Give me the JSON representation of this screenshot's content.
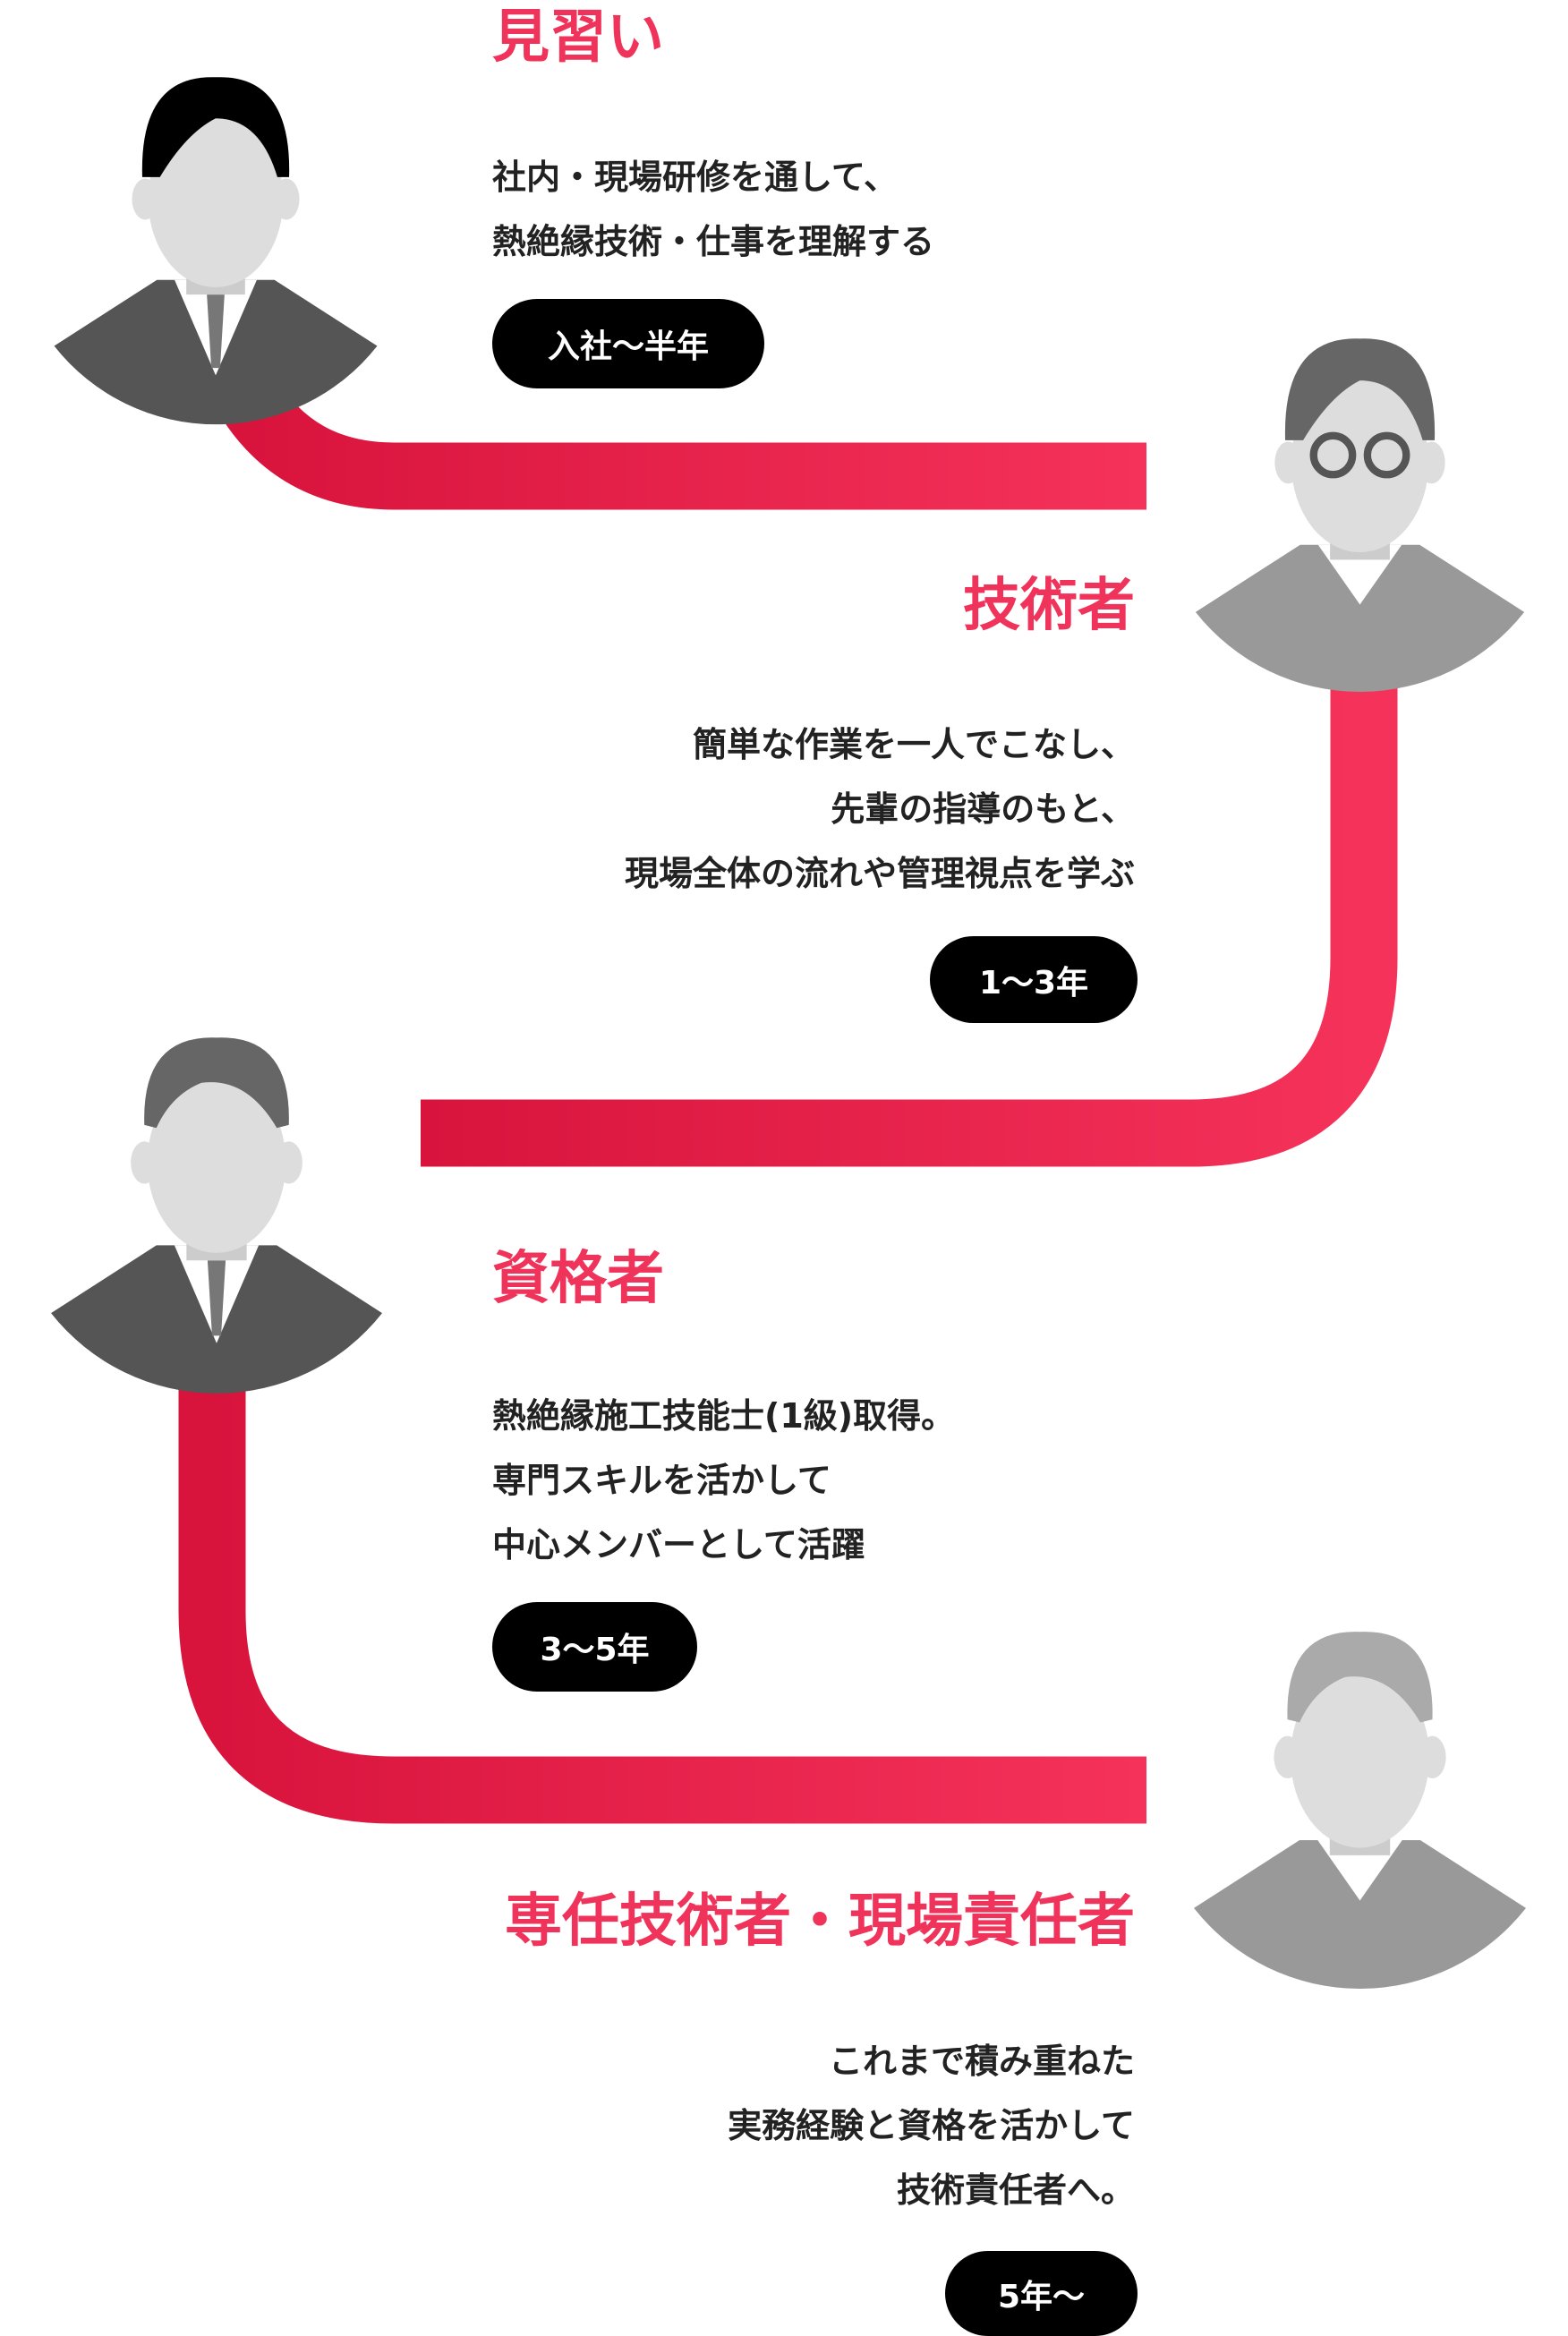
{
  "colors": {
    "accent": "#f0335a",
    "path_start": "#d8143d",
    "path_end": "#f5325a",
    "pill": "#000000"
  },
  "stages": [
    {
      "title": "見習い",
      "desc": [
        "社内・現場研修を通して、",
        "熱絶縁技術・仕事を理解する"
      ],
      "period": "入社〜半年",
      "avatar": "person-black-hair-icon"
    },
    {
      "title": "技術者",
      "desc": [
        "簡単な作業を一人でこなし、",
        "先輩の指導のもと、",
        "現場全体の流れや管理視点を学ぶ"
      ],
      "period": "1〜3年",
      "avatar": "person-glasses-icon"
    },
    {
      "title": "資格者",
      "desc": [
        "熱絶縁施工技能士(1級)取得。",
        "専門スキルを活かして",
        "中心メンバーとして活躍"
      ],
      "period": "3〜5年",
      "avatar": "person-tie-icon"
    },
    {
      "title": "専任技術者・現場責任者",
      "desc": [
        "これまで積み重ねた",
        "実務経験と資格を活かして",
        "技術責任者へ。"
      ],
      "period": "5年〜",
      "avatar": "person-gray-hair-icon"
    }
  ]
}
